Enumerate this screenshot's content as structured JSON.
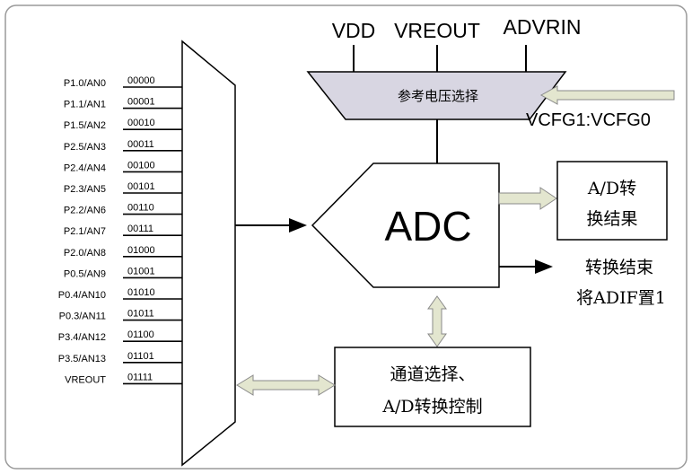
{
  "inputs": [
    {
      "pin": "P1.0/AN0",
      "code": "00000"
    },
    {
      "pin": "P1.1/AN1",
      "code": "00001"
    },
    {
      "pin": "P1.5/AN2",
      "code": "00010"
    },
    {
      "pin": "P2.5/AN3",
      "code": "00011"
    },
    {
      "pin": "P2.4/AN4",
      "code": "00100"
    },
    {
      "pin": "P2.3/AN5",
      "code": "00101"
    },
    {
      "pin": "P2.2/AN6",
      "code": "00110"
    },
    {
      "pin": "P2.1/AN7",
      "code": "00111"
    },
    {
      "pin": "P2.0/AN8",
      "code": "01000"
    },
    {
      "pin": "P0.5/AN9",
      "code": "01001"
    },
    {
      "pin": "P0.4/AN10",
      "code": "01010"
    },
    {
      "pin": "P0.3/AN11",
      "code": "01011"
    },
    {
      "pin": "P3.4/AN12",
      "code": "01100"
    },
    {
      "pin": "P3.5/AN13",
      "code": "01101"
    },
    {
      "pin": "VREOUT",
      "code": "01111"
    }
  ],
  "reference": {
    "vdd": "VDD",
    "vreout": "VREOUT",
    "advrin": "ADVRIN",
    "selector_label": "参考电压选择",
    "vcfg_label": "VCFG1:VCFG0"
  },
  "adc": {
    "label": "ADC"
  },
  "result": {
    "line1": "A/D转",
    "line2": "换结果"
  },
  "done": {
    "line1": "转换结束",
    "line2": "将ADIF置1"
  },
  "control": {
    "line1": "通道选择、",
    "line2": "A/D转换控制"
  },
  "colors": {
    "arrow_fill": "#e3e6cf",
    "selector_fill": "#d8d6e2",
    "frame": "#9a9a9a"
  }
}
